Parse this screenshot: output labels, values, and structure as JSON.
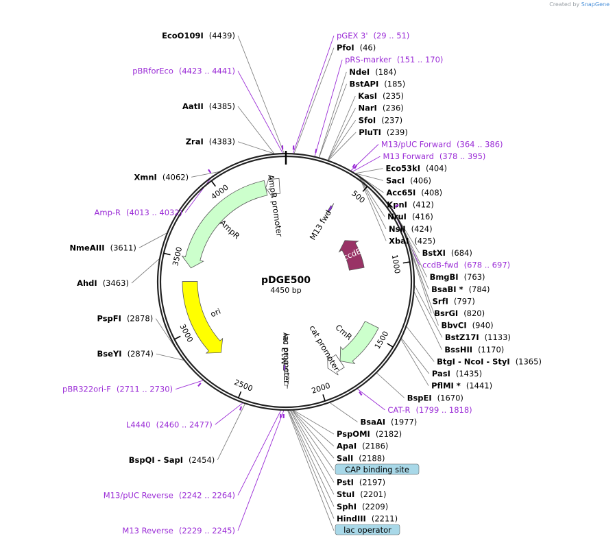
{
  "credit": {
    "prefix": "Created by",
    "brand": "SnapGene"
  },
  "plasmid": {
    "name": "pDGE500",
    "length_label": "4450 bp",
    "length": 4450
  },
  "ticks": [
    {
      "bp": 500,
      "label": "500"
    },
    {
      "bp": 1000,
      "label": "1000"
    },
    {
      "bp": 1500,
      "label": "1500"
    },
    {
      "bp": 2000,
      "label": "2000"
    },
    {
      "bp": 2500,
      "label": "2500"
    },
    {
      "bp": 3000,
      "label": "3000"
    },
    {
      "bp": 3500,
      "label": "3500"
    },
    {
      "bp": 4000,
      "label": "4000"
    }
  ],
  "features": [
    {
      "name": "AmpR promoter",
      "start": 4300,
      "end": 4403,
      "color": "#ffffff",
      "strand": -1
    },
    {
      "name": "AmpR",
      "start": 3440,
      "end": 4300,
      "color": "#ccffcc",
      "strand": -1
    },
    {
      "name": "ori",
      "start": 2750,
      "end": 3340,
      "color": "#ffff00",
      "strand": -1
    },
    {
      "name": "ccdB",
      "start": 680,
      "end": 985,
      "color": "#993366",
      "strand": -1
    },
    {
      "name": "CmR",
      "start": 1440,
      "end": 1800,
      "color": "#ccffcc",
      "strand": 1
    },
    {
      "name": "cat promoter",
      "start": 1800,
      "end": 1905,
      "color": "#ffffff",
      "strand": 1
    },
    {
      "name": "M13 fwd",
      "start": 378,
      "end": 395,
      "color": "#8a2be2",
      "strand": 1
    },
    {
      "name": "lac promoter",
      "start": 2203,
      "end": 2235,
      "color": "#ffffff",
      "strand": -1
    },
    {
      "name": "M13 rev",
      "start": 2229,
      "end": 2245,
      "color": "#8a2be2",
      "strand": -1
    }
  ],
  "sites": [
    {
      "name": "PfoI",
      "pos": "(46)",
      "bp": 46
    },
    {
      "name": "NdeI",
      "pos": "(184)",
      "bp": 184
    },
    {
      "name": "BstAPI",
      "pos": "(185)",
      "bp": 185
    },
    {
      "name": "KasI",
      "pos": "(235)",
      "bp": 235
    },
    {
      "name": "NarI",
      "pos": "(236)",
      "bp": 236
    },
    {
      "name": "SfoI",
      "pos": "(237)",
      "bp": 237
    },
    {
      "name": "PluTI",
      "pos": "(239)",
      "bp": 239
    },
    {
      "name": "Eco53kI",
      "pos": "(404)",
      "bp": 404
    },
    {
      "name": "SacI",
      "pos": "(406)",
      "bp": 406
    },
    {
      "name": "Acc65I",
      "pos": "(408)",
      "bp": 408
    },
    {
      "name": "KpnI",
      "pos": "(412)",
      "bp": 412
    },
    {
      "name": "NruI",
      "pos": "(416)",
      "bp": 416
    },
    {
      "name": "NsiI",
      "pos": "(424)",
      "bp": 424
    },
    {
      "name": "XbaI",
      "pos": "(425)",
      "bp": 425
    },
    {
      "name": "BstXI",
      "pos": "(684)",
      "bp": 684
    },
    {
      "name": "BmgBI",
      "pos": "(763)",
      "bp": 763
    },
    {
      "name": "BsaBI *",
      "pos": "(784)",
      "bp": 784
    },
    {
      "name": "SrfI",
      "pos": "(797)",
      "bp": 797
    },
    {
      "name": "BsrGI",
      "pos": "(820)",
      "bp": 820
    },
    {
      "name": "BbvCI",
      "pos": "(940)",
      "bp": 940
    },
    {
      "name": "BstZ17I",
      "pos": "(1133)",
      "bp": 1133
    },
    {
      "name": "BssHII",
      "pos": "(1170)",
      "bp": 1170
    },
    {
      "name": "BtgI  -  NcoI  -  StyI",
      "pos": "(1365)",
      "bp": 1365
    },
    {
      "name": "PasI",
      "pos": "(1435)",
      "bp": 1435
    },
    {
      "name": "PflMI *",
      "pos": "(1441)",
      "bp": 1441
    },
    {
      "name": "BspEI",
      "pos": "(1670)",
      "bp": 1670
    },
    {
      "name": "BsaAI",
      "pos": "(1977)",
      "bp": 1977
    },
    {
      "name": "PspOMI",
      "pos": "(2182)",
      "bp": 2182
    },
    {
      "name": "ApaI",
      "pos": "(2186)",
      "bp": 2186
    },
    {
      "name": "SalI",
      "pos": "(2188)",
      "bp": 2188
    },
    {
      "name": "PstI",
      "pos": "(2197)",
      "bp": 2197
    },
    {
      "name": "StuI",
      "pos": "(2201)",
      "bp": 2201
    },
    {
      "name": "SphI",
      "pos": "(2209)",
      "bp": 2209
    },
    {
      "name": "HindIII",
      "pos": "(2211)",
      "bp": 2211
    },
    {
      "name": "BspQI  -  SapI",
      "pos": "(2454)",
      "bp": 2454
    },
    {
      "name": "BseYI",
      "pos": "(2874)",
      "bp": 2874
    },
    {
      "name": "PspFI",
      "pos": "(2878)",
      "bp": 2878
    },
    {
      "name": "AhdI",
      "pos": "(3463)",
      "bp": 3463
    },
    {
      "name": "NmeAIII",
      "pos": "(3611)",
      "bp": 3611
    },
    {
      "name": "XmnI",
      "pos": "(4062)",
      "bp": 4062
    },
    {
      "name": "ZraI",
      "pos": "(4383)",
      "bp": 4383
    },
    {
      "name": "AatII",
      "pos": "(4385)",
      "bp": 4385
    },
    {
      "name": "EcoO109I",
      "pos": "(4439)",
      "bp": 4439
    }
  ],
  "primers": [
    {
      "name": "pGEX 3'",
      "range": "(29 .. 51)",
      "bp": 40
    },
    {
      "name": "pRS-marker",
      "range": "(151 .. 170)",
      "bp": 160
    },
    {
      "name": "M13/pUC Forward",
      "range": "(364 .. 386)",
      "bp": 375
    },
    {
      "name": "M13 Forward",
      "range": "(378 .. 395)",
      "bp": 386
    },
    {
      "name": "ccdB-fwd",
      "range": "(678 .. 697)",
      "bp": 687
    },
    {
      "name": "CAT-R",
      "range": "(1799 .. 1818)",
      "bp": 1808
    },
    {
      "name": "M13 Reverse",
      "range": "(2229 .. 2245)",
      "bp": 2237
    },
    {
      "name": "M13/pUC Reverse",
      "range": "(2242 .. 2264)",
      "bp": 2253
    },
    {
      "name": "L4440",
      "range": "(2460 .. 2477)",
      "bp": 2468
    },
    {
      "name": "pBR322ori-F",
      "range": "(2711 .. 2730)",
      "bp": 2720
    },
    {
      "name": "Amp-R",
      "range": "(4013 .. 4032)",
      "bp": 4022
    },
    {
      "name": "pBRforEco",
      "range": "(4423 .. 4441)",
      "bp": 4432
    }
  ],
  "boxes": [
    {
      "name": "CAP binding site",
      "bp": 2190,
      "color": "#a8d8e8"
    },
    {
      "name": "lac operator",
      "bp": 2215,
      "color": "#a8d8e8"
    }
  ],
  "colors": {
    "primer": "#9a2bd6",
    "backbone": "#000000",
    "leader": "#808080",
    "credit_brand": "#4a90d9"
  }
}
